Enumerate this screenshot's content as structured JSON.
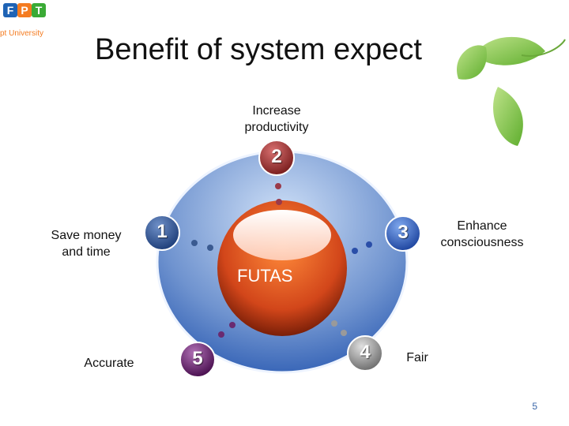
{
  "logo": {
    "letters": [
      "F",
      "P",
      "T"
    ],
    "subtitle": "pt University"
  },
  "title": "Benefit of system expect",
  "center": {
    "label": "FUTAS"
  },
  "nodes": [
    {
      "number": "1",
      "label": "Save money and time"
    },
    {
      "number": "2",
      "label": "Increase productivity"
    },
    {
      "number": "3",
      "label": "Enhance consciousness"
    },
    {
      "number": "4",
      "label": "Fair"
    },
    {
      "number": "5",
      "label": "Accurate"
    }
  ],
  "page_number": "5",
  "colors": {
    "node1": "#1f3f7a",
    "node2": "#9a2a2a",
    "node3": "#2a55b0",
    "node4": "#8a8a8a",
    "node5": "#5a1c5c",
    "center": "#e8531a",
    "ring": "#3a67b8",
    "logo_blue": "#1e63b5",
    "logo_orange": "#f47b20",
    "logo_green": "#3aaa35"
  }
}
